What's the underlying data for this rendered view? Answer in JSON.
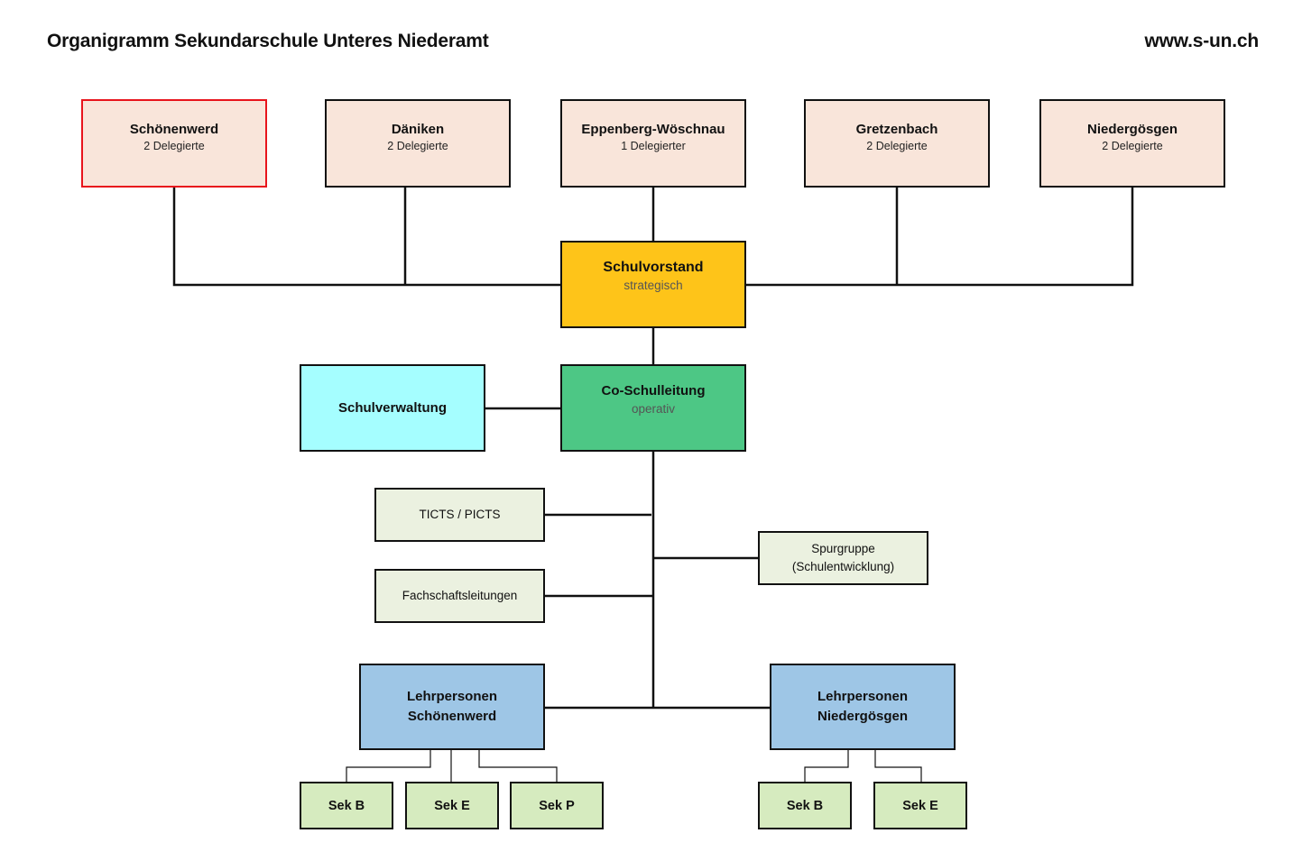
{
  "header": {
    "title": "Organigramm Sekundarschule Unteres Niederamt",
    "website": "www.s-un.ch"
  },
  "gemeinden": [
    {
      "name": "Schönenwerd",
      "delegates": "2 Delegierte",
      "highlight": true,
      "border_color": "#e8141c"
    },
    {
      "name": "Däniken",
      "delegates": "2 Delegierte"
    },
    {
      "name": "Eppenberg-Wöschnau",
      "delegates": "1 Delegierter"
    },
    {
      "name": "Gretzenbach",
      "delegates": "2 Delegierte"
    },
    {
      "name": "Niedergösgen",
      "delegates": "2 Delegierte"
    }
  ],
  "schulvorstand": {
    "name": "Schulvorstand",
    "subtitle": "strategisch",
    "color": "#fec419"
  },
  "coschulleitung": {
    "name": "Co-Schulleitung",
    "subtitle": "operativ",
    "color": "#4dc785"
  },
  "schulverwaltung": {
    "name": "Schulverwaltung",
    "color": "#a5feff"
  },
  "support": {
    "ticts": "TICTS / PICTS",
    "fachschaft": "Fachschaftsleitungen",
    "spurgruppe_line1": "Spurgruppe",
    "spurgruppe_line2": "(Schulentwicklung)"
  },
  "lehrpersonen": [
    {
      "line1": "Lehrpersonen",
      "line2": "Schönenwerd",
      "levels": [
        "Sek B",
        "Sek E",
        "Sek P"
      ]
    },
    {
      "line1": "Lehrpersonen",
      "line2": "Niedergösgen",
      "levels": [
        "Sek B",
        "Sek E"
      ]
    }
  ],
  "colors": {
    "gemeinde_fill": "#f9e5da",
    "support_fill": "#ebf1e0",
    "lehrpersonen_fill": "#9ec6e6",
    "sek_fill": "#d6ebbf"
  }
}
